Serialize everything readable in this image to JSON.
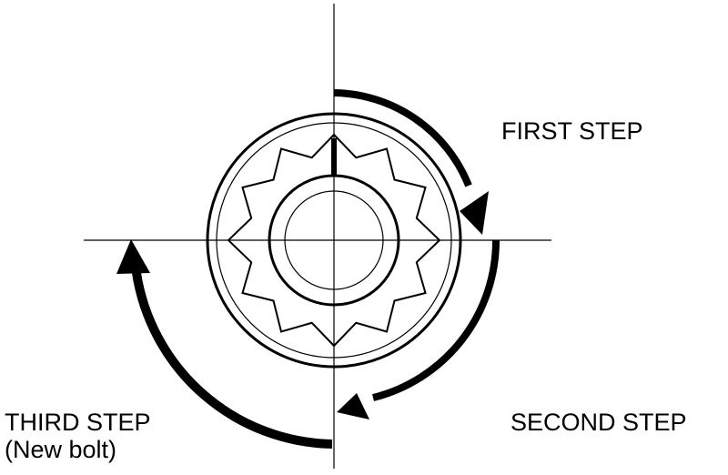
{
  "labels": {
    "first_step": "FIRST STEP",
    "second_step": "SECOND STEP",
    "third_step": "THIRD STEP",
    "third_step_note": "(New bolt)"
  },
  "colors": {
    "ink": "#000000",
    "background": "#ffffff"
  }
}
